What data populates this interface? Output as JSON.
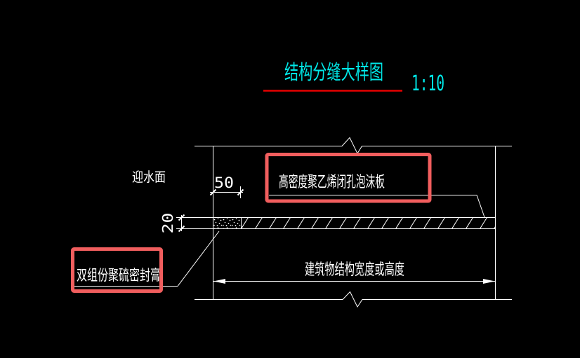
{
  "drawing": {
    "title": "结构分缝大样图",
    "scale": "1:10",
    "labels": {
      "water_face": "迎水面",
      "foam_board": "高密度聚乙烯闭孔泡沫板",
      "sealant": "双组份聚硫密封膏",
      "structure_width": "建筑物结构宽度或高度"
    },
    "dimensions": {
      "joint_width": "50",
      "board_thickness": "20"
    },
    "colors": {
      "background": "#000000",
      "linework": "#ffffff",
      "title_cyan": "#00e8e8",
      "title_underline_red": "#e60000",
      "highlight_box_red": "#f15e5e"
    }
  }
}
